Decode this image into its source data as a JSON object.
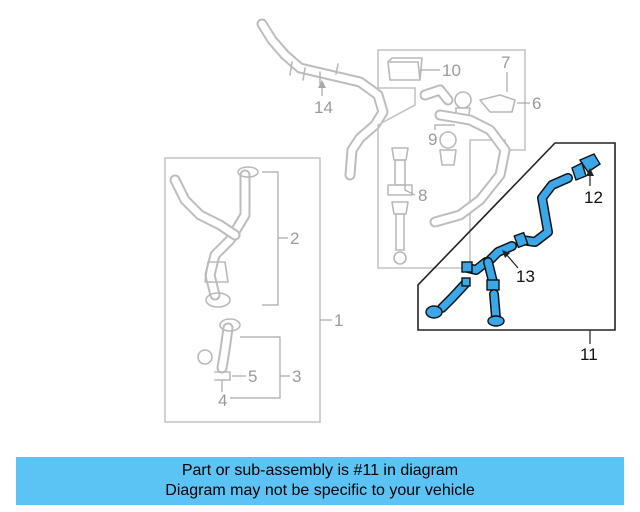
{
  "callouts": {
    "c1": "1",
    "c2": "2",
    "c3": "3",
    "c4": "4",
    "c5": "5",
    "c6": "6",
    "c7": "7",
    "c8": "8",
    "c9": "9",
    "c10": "10",
    "c11": "11",
    "c12": "12",
    "c13": "13",
    "c14": "14"
  },
  "banner": {
    "line1": "Part or sub-assembly is #11 in diagram",
    "line2": "Diagram may not be specific to your vehicle"
  },
  "colors": {
    "highlight": "#3aa8e8",
    "banner_bg": "#5bc4f5",
    "inactive": "#b9b9b9"
  }
}
